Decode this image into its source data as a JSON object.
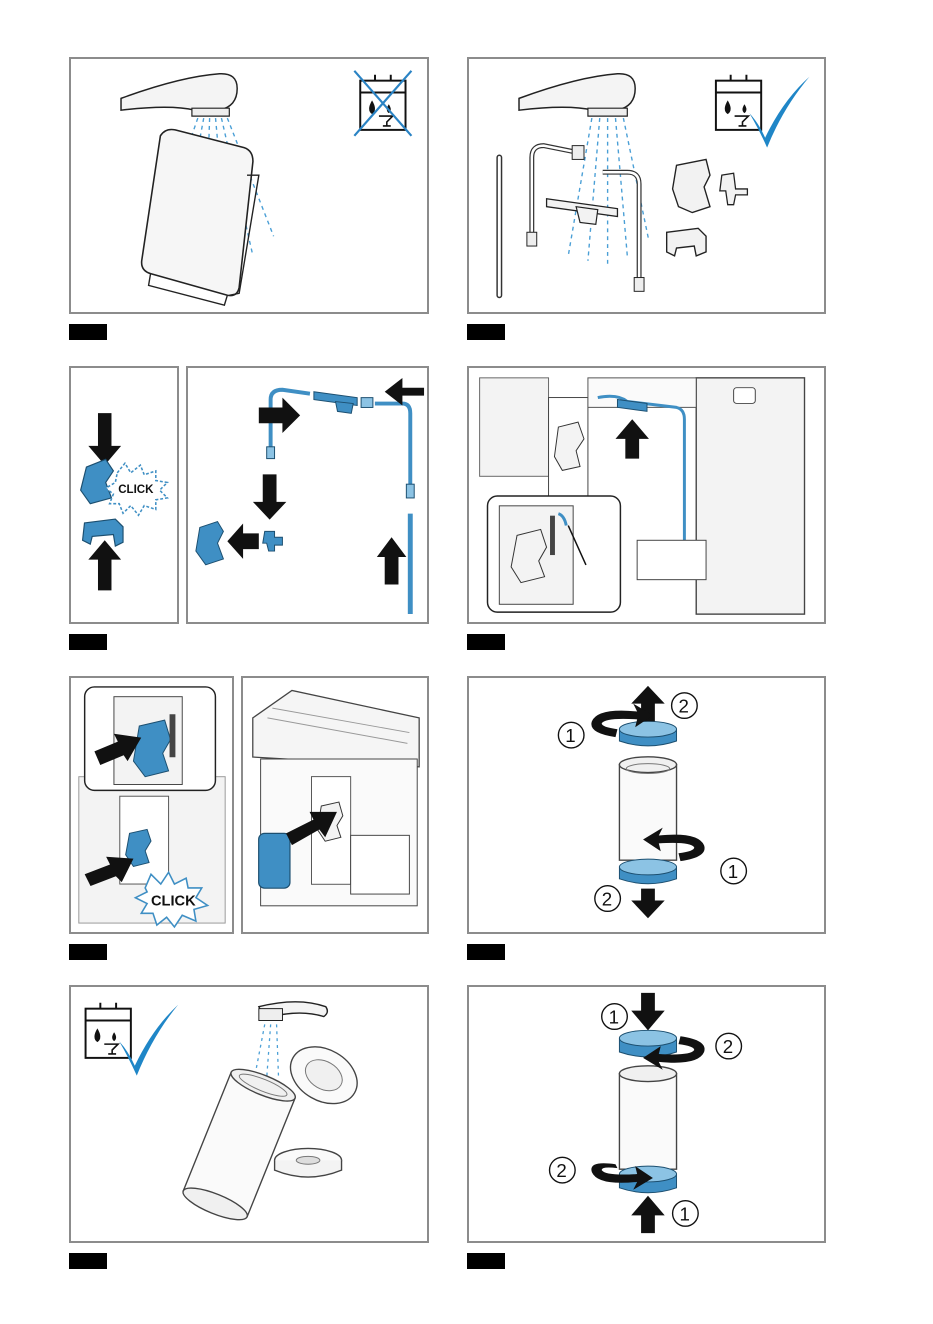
{
  "labels": {
    "click": "CLICK",
    "step_one": "1",
    "step_two": "2"
  },
  "icons": {
    "dishwasher_forbidden": "dishwasher-crossed-icon",
    "dishwasher_allowed": "dishwasher-check-icon"
  },
  "colors": {
    "part_blue": "#3f8fc4",
    "part_blue_light": "#8cc3e4",
    "check_blue": "#1f86c7",
    "frame": "#8c8c8c"
  }
}
